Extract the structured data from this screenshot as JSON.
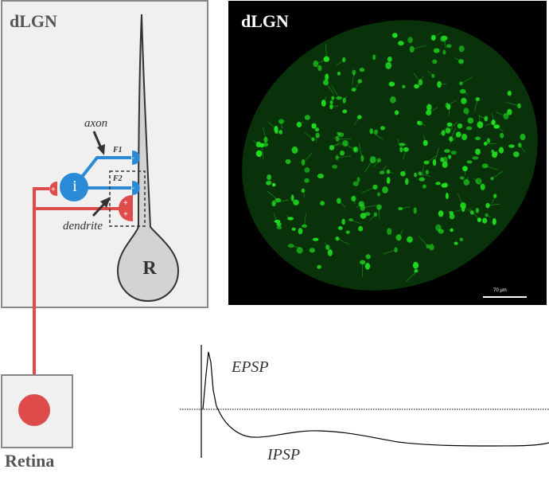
{
  "left_panel": {
    "title": "dLGN",
    "labels": {
      "axon": "axon",
      "dendrite": "dendrite",
      "f1": "F1",
      "f2": "F2",
      "interneuron": "i",
      "relay_cell": "R"
    }
  },
  "right_panel": {
    "title": "dLGN",
    "scale_bar_label": "70 μm"
  },
  "retina": {
    "label": "Retina"
  },
  "trace": {
    "epsp_label": "EPSP",
    "ipsp_label": "IPSP"
  },
  "colors": {
    "panel_fill": "#f0f0f0",
    "panel_border": "#888888",
    "retinal_axon": "#dd4b4b",
    "interneuron": "#2a8ad6",
    "relay_cell": "#d3d3d3",
    "micrograph_background": "#000000",
    "fluorescence": "#1fe01f"
  }
}
